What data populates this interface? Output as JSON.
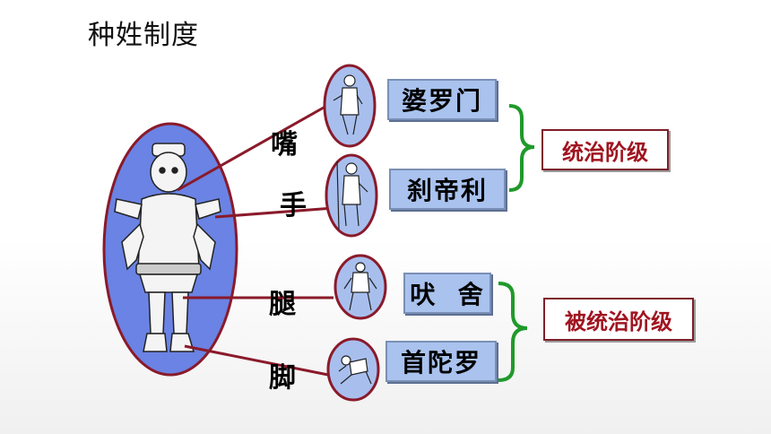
{
  "title": "种姓制度",
  "body_parts": [
    {
      "id": "mouth",
      "label": "嘴"
    },
    {
      "id": "hand",
      "label": "手"
    },
    {
      "id": "leg",
      "label": "腿"
    },
    {
      "id": "foot",
      "label": "脚"
    }
  ],
  "castes": [
    {
      "id": "brahmin",
      "label": "婆罗门"
    },
    {
      "id": "kshatriya",
      "label": "刹帝利"
    },
    {
      "id": "vaishya",
      "label": "吠  舍"
    },
    {
      "id": "shudra",
      "label": "首陀罗"
    }
  ],
  "classes": [
    {
      "id": "ruling",
      "label": "统治阶级"
    },
    {
      "id": "ruled",
      "label": "被统治阶级"
    }
  ],
  "colors": {
    "ellipse_fill": "#6a83e4",
    "medallion_fill": "#a8bfee",
    "medallion_border": "#8a1a2a",
    "connector": "#8a1a2a",
    "brace": "#1f9a2a",
    "caste_box": "#a9c2ee",
    "class_text": "#a01420"
  }
}
